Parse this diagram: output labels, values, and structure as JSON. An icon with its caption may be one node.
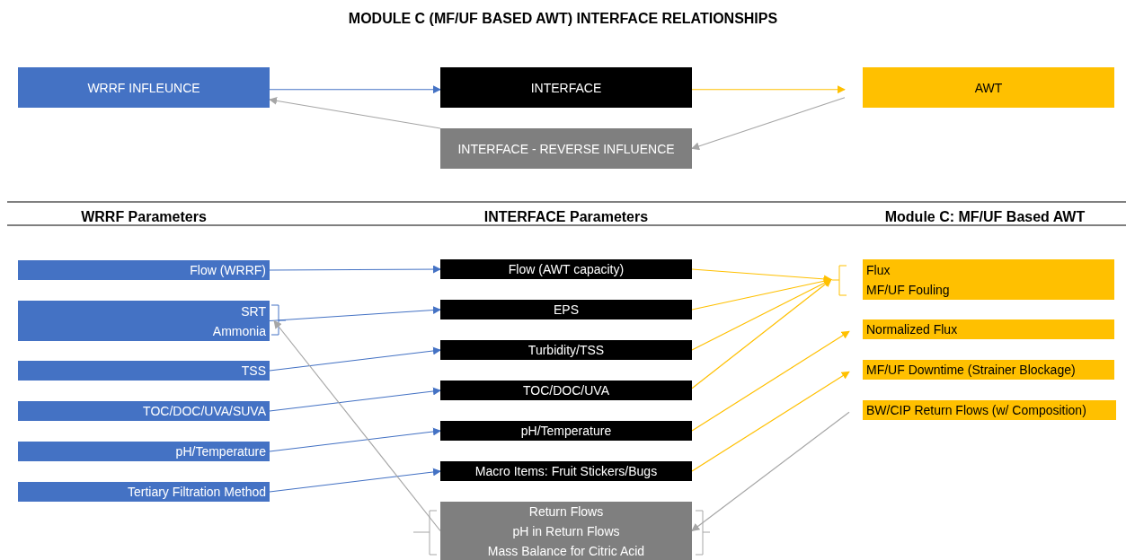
{
  "diagram": {
    "title": "MODULE C (MF/UF BASED AWT) INTERFACE RELATIONSHIPS",
    "nodes": [
      {
        "text": [
          "WRRF INFLEUNCE"
        ]
      },
      {
        "text": [
          "INTERFACE"
        ]
      },
      {
        "text": [
          "AWT"
        ]
      },
      {
        "text": [
          "INTERFACE - REVERSE INFLUENCE"
        ]
      },
      {
        "text": [
          "Flow (WRRF)"
        ]
      },
      {
        "text": [
          "SRT",
          "Ammonia"
        ]
      },
      {
        "text": [
          "TSS"
        ]
      },
      {
        "text": [
          "TOC/DOC/UVA/SUVA"
        ]
      },
      {
        "text": [
          "pH/Temperature"
        ]
      },
      {
        "text": [
          "Tertiary Filtration Method"
        ]
      },
      {
        "text": [
          "Flow (AWT capacity)"
        ]
      },
      {
        "text": [
          "EPS"
        ]
      },
      {
        "text": [
          "Turbidity/TSS"
        ]
      },
      {
        "text": [
          "TOC/DOC/UVA"
        ]
      },
      {
        "text": [
          "pH/Temperature"
        ]
      },
      {
        "text": [
          "Macro Items: Fruit Stickers/Bugs"
        ]
      },
      {
        "text": [
          "Return Flows",
          "pH in Return Flows",
          "Mass Balance for Citric Acid"
        ]
      },
      {
        "text": [
          "Flux",
          "MF/UF Fouling"
        ]
      },
      {
        "text": [
          "Normalized Flux"
        ]
      },
      {
        "text": [
          "MF/UF Downtime (Strainer Blockage)"
        ]
      },
      {
        "text": [
          "BW/CIP Return Flows (w/ Composition)"
        ]
      }
    ],
    "edges": [
      {
        "from": 0,
        "to": 1,
        "arrow": "to"
      },
      {
        "from": 1,
        "to": 2,
        "arrow": "to",
        "color": "#ffc000"
      },
      {
        "from": 2,
        "to": 3,
        "arrow": "to",
        "color": "#a6a6a6"
      },
      {
        "from": 3,
        "to": 0,
        "arrow": "to",
        "color": "#a6a6a6"
      },
      {
        "from": 4,
        "to": 10,
        "arrow": "to"
      },
      {
        "from": 5,
        "to": 11,
        "arrow": "to"
      },
      {
        "from": 6,
        "to": 12,
        "arrow": "to"
      },
      {
        "from": 7,
        "to": 13,
        "arrow": "to"
      },
      {
        "from": 8,
        "to": 14,
        "arrow": "to"
      },
      {
        "from": 9,
        "to": 15,
        "arrow": "to"
      },
      {
        "from": 10,
        "to": 17,
        "arrow": "to",
        "color": "#ffc000"
      },
      {
        "from": 11,
        "to": 17,
        "arrow": "to",
        "color": "#ffc000"
      },
      {
        "from": 12,
        "to": 17,
        "arrow": "to",
        "color": "#ffc000"
      },
      {
        "from": 13,
        "to": 17,
        "arrow": "to",
        "color": "#ffc000"
      },
      {
        "from": 14,
        "to": 18,
        "arrow": "to",
        "color": "#ffc000"
      },
      {
        "from": 15,
        "to": 19,
        "arrow": "to",
        "color": "#ffc000"
      },
      {
        "from": 20,
        "to": 16,
        "arrow": "to",
        "color": "#a6a6a6"
      },
      {
        "from": 16,
        "to": 5,
        "arrow": "to",
        "color": "#a6a6a6"
      }
    ],
    "labels": [
      "WRRF Parameters",
      "INTERFACE Parameters",
      "Module C: MF/UF Based AWT"
    ]
  }
}
